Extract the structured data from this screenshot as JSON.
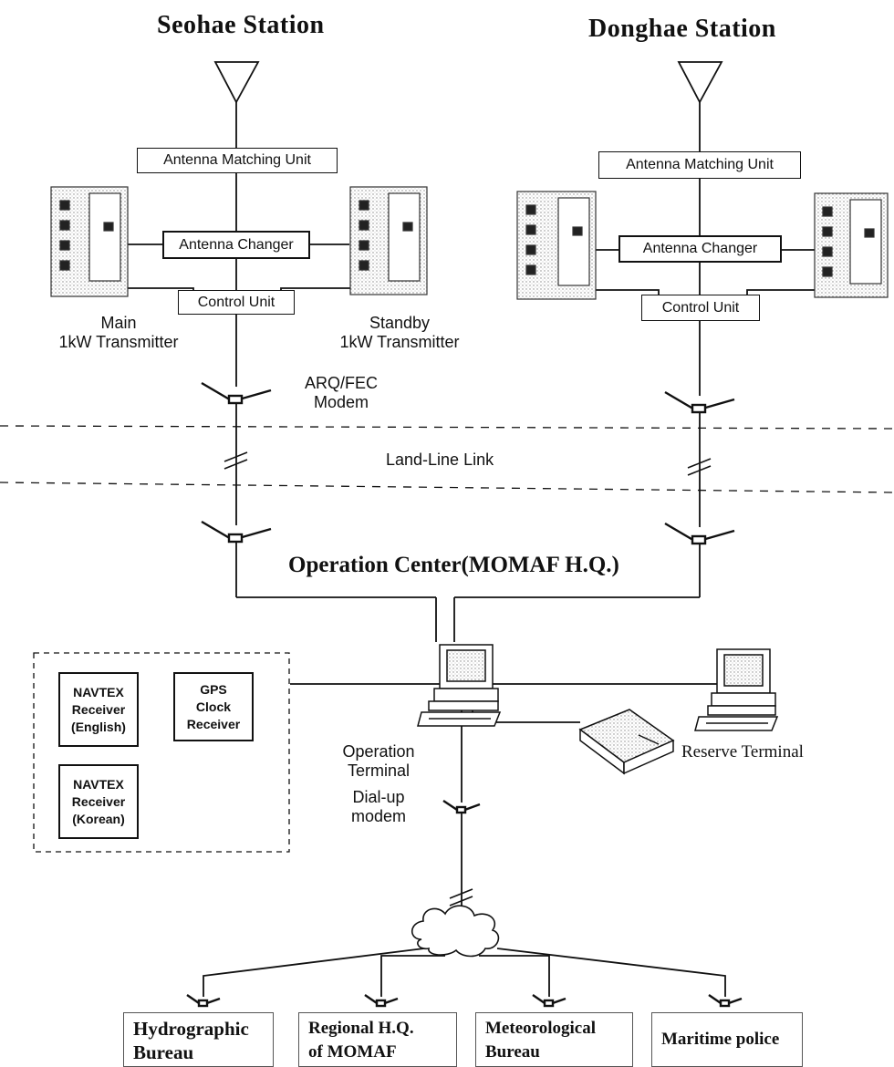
{
  "stations": {
    "seohae": {
      "title": "Seohae Station",
      "matching_unit": "Antenna Matching Unit",
      "changer": "Antenna Changer",
      "control": "Control Unit",
      "main_tx": [
        "Main",
        "1kW Transmitter"
      ],
      "standby_tx": [
        "Standby",
        "1kW Transmitter"
      ],
      "modem": [
        "ARQ/FEC",
        "Modem"
      ]
    },
    "donghae": {
      "title": "Donghae Station",
      "matching_unit": "Antenna Matching Unit",
      "changer": "Antenna Changer",
      "control": "Control Unit"
    }
  },
  "link": "Land-Line Link",
  "center": {
    "title": "Operation Center(MOMAF H.Q.)",
    "operation_terminal": [
      "Operation",
      "Terminal"
    ],
    "reserve_terminal": "Reserve Terminal",
    "dialup": [
      "Dial-up",
      "modem"
    ]
  },
  "receivers": [
    [
      "NAVTEX",
      "Receiver",
      "(English)"
    ],
    [
      "GPS",
      "Clock",
      "Receiver"
    ],
    [
      "NAVTEX",
      "Receiver",
      "(Korean)"
    ]
  ],
  "destinations": [
    [
      "Hydrographic",
      "Bureau"
    ],
    [
      "Regional H.Q.",
      "of MOMAF"
    ],
    [
      "Meteorological",
      "Bureau"
    ],
    [
      "Maritime police"
    ]
  ]
}
